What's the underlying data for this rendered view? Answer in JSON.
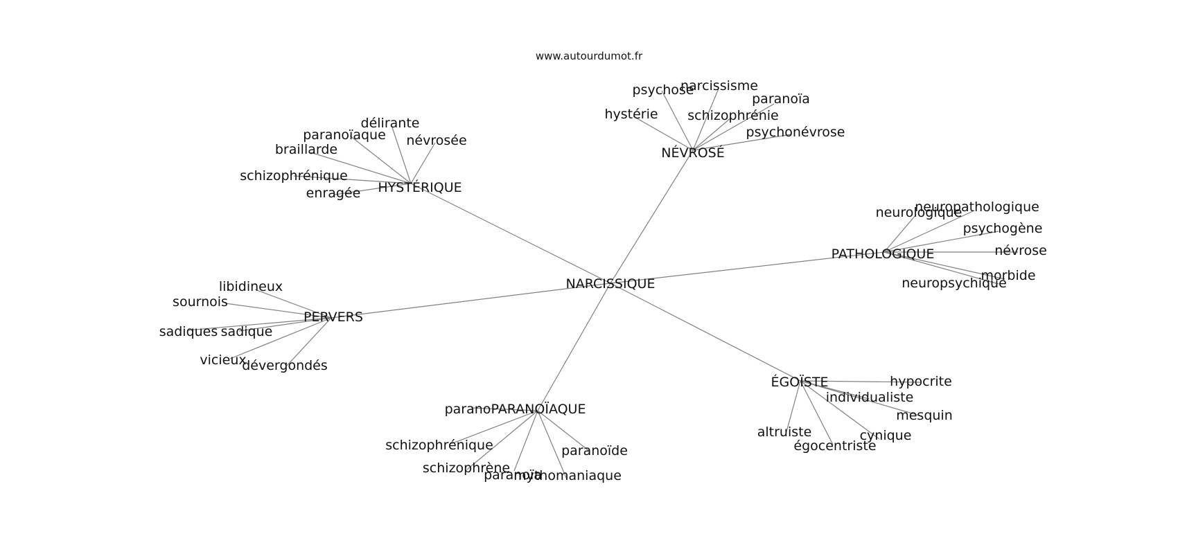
{
  "watermark": "www.autourdumot.fr",
  "colors": {
    "edge": "#808080",
    "text": "#111111",
    "background": "#ffffff"
  },
  "graph": {
    "center": "NARCISSIQUE",
    "hubs": [
      {
        "id": "hysterique",
        "label": "HYSTÉRIQUE",
        "leaves": [
          "délirante",
          "paranoïaque",
          "névrosée",
          "braillarde",
          "schizophrénique",
          "enragée"
        ]
      },
      {
        "id": "nevrose",
        "label": "NÉVROSÉ",
        "leaves": [
          "psychose",
          "narcissisme",
          "paranoïa",
          "hystérie",
          "schizophrénie",
          "psychonévrose"
        ]
      },
      {
        "id": "pathologique",
        "label": "PATHOLOGIQUE",
        "leaves": [
          "neurologique",
          "neuropathologique",
          "psychogène",
          "névrose",
          "morbide",
          "neuropsychique"
        ]
      },
      {
        "id": "pervers",
        "label": "PERVERS",
        "leaves": [
          "libidineux",
          "sournois",
          "sadiques",
          "sadique",
          "vicieux",
          "dévergondés"
        ]
      },
      {
        "id": "paranoiaque",
        "label": "PARANOÏAQUE",
        "leaves": [
          "parano",
          "schizophrénique",
          "schizophrène",
          "paranoïa",
          "mythomaniaque",
          "paranoïde"
        ]
      },
      {
        "id": "egoiste",
        "label": "ÉGOÏSTE",
        "leaves": [
          "hypocrite",
          "individualiste",
          "mesquin",
          "altruiste",
          "cynique",
          "égocentriste"
        ]
      }
    ]
  }
}
